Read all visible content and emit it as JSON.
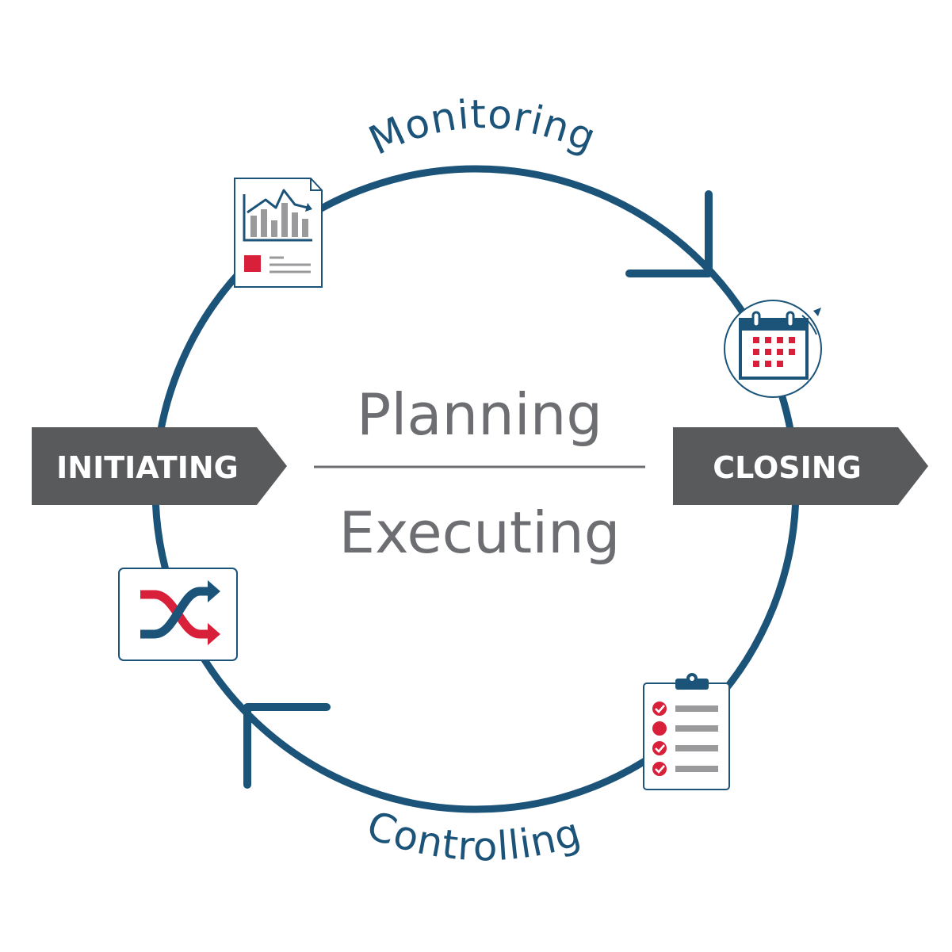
{
  "colors": {
    "navy": "#1c5379",
    "red": "#d9203a",
    "gray": "#9a9a9c",
    "dark_gray": "#595a5c",
    "center_text": "#6d6e71",
    "white": "#ffffff"
  },
  "labels": {
    "monitoring": "Monitoring",
    "controlling": "Controlling",
    "planning": "Planning",
    "executing": "Executing",
    "initiating": "INITIATING",
    "closing": "CLOSING"
  },
  "icons": {
    "top_left": "report-chart-icon",
    "right": "calendar-icon",
    "bottom_right": "checklist-icon",
    "left": "shuffle-icon"
  }
}
